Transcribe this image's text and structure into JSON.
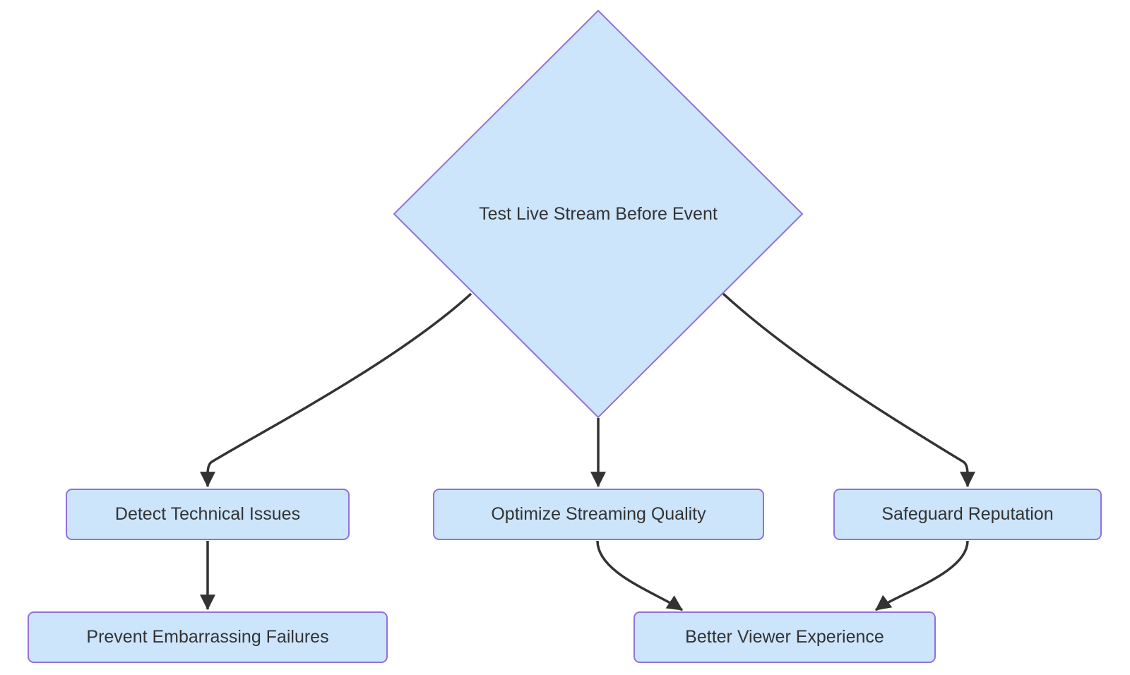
{
  "diagram": {
    "type": "flowchart",
    "direction": "top-down",
    "colors": {
      "background": "#ffffff",
      "node_fill": "#cce5fb",
      "node_border": "#9370db",
      "edge_stroke": "#333333",
      "text": "#333333"
    },
    "nodes": {
      "root": {
        "label": "Test Live Stream Before Event",
        "shape": "diamond"
      },
      "detect": {
        "label": "Detect Technical Issues",
        "shape": "rounded-rect"
      },
      "optimize": {
        "label": "Optimize Streaming Quality",
        "shape": "rounded-rect"
      },
      "safeguard": {
        "label": "Safeguard Reputation",
        "shape": "rounded-rect"
      },
      "prevent": {
        "label": "Prevent Embarrassing Failures",
        "shape": "rounded-rect"
      },
      "better": {
        "label": "Better Viewer Experience",
        "shape": "rounded-rect"
      }
    },
    "edges": [
      {
        "from": "root",
        "to": "detect",
        "arrow": "filled-triangle"
      },
      {
        "from": "root",
        "to": "optimize",
        "arrow": "filled-triangle"
      },
      {
        "from": "root",
        "to": "safeguard",
        "arrow": "filled-triangle"
      },
      {
        "from": "detect",
        "to": "prevent",
        "arrow": "filled-triangle"
      },
      {
        "from": "optimize",
        "to": "better",
        "arrow": "filled-triangle"
      },
      {
        "from": "safeguard",
        "to": "better",
        "arrow": "filled-triangle"
      }
    ]
  }
}
